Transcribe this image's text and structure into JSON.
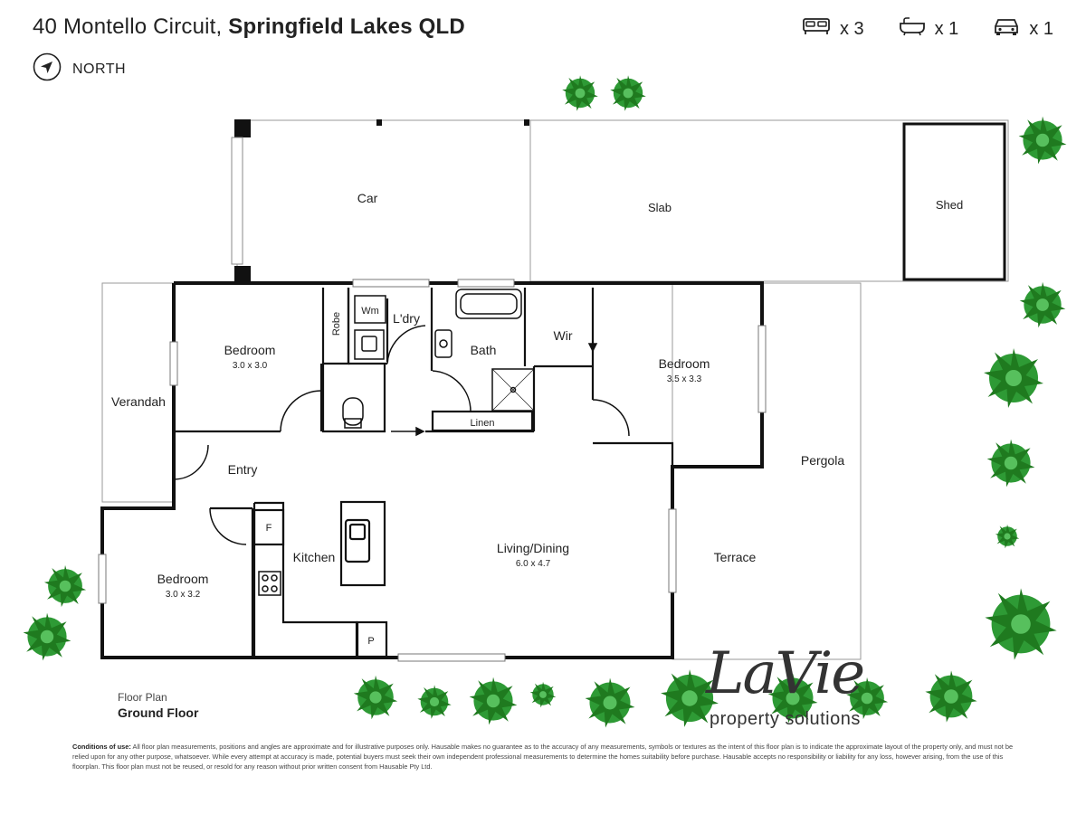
{
  "header": {
    "address_street": "40 Montello Circuit,",
    "address_suburb": "Springfield Lakes QLD",
    "north_label": "NORTH"
  },
  "stats": [
    {
      "icon": "bed-icon",
      "value": "x 3"
    },
    {
      "icon": "bath-icon",
      "value": "x 1"
    },
    {
      "icon": "car-icon",
      "value": "x 1"
    }
  ],
  "rooms": {
    "car": "Car",
    "slab": "Slab",
    "shed": "Shed",
    "robe": "Robe",
    "wm": "Wm",
    "laundry": "L'dry",
    "bath": "Bath",
    "wir": "Wir",
    "bed1_name": "Bedroom",
    "bed1_size": "3.0 x 3.0",
    "bed2_name": "Bedroom",
    "bed2_size": "3.5 x 3.3",
    "bed3_name": "Bedroom",
    "bed3_size": "3.0 x 3.2",
    "linen": "Linen",
    "verandah": "Verandah",
    "entry": "Entry",
    "kitchen": "Kitchen",
    "fridge": "F",
    "pantry": "P",
    "living_name": "Living/Dining",
    "living_size": "6.0 x 4.7",
    "pergola": "Pergola",
    "terrace": "Terrace"
  },
  "caption": {
    "sub": "Floor Plan",
    "main": "Ground Floor"
  },
  "logo": {
    "script": "LaVie",
    "tagline": "property solutions"
  },
  "conditions": {
    "heading": "Conditions of use:",
    "body": "All floor plan measurements, positions and angles are approximate and for illustrative purposes only. Hausable makes no guarantee as to the accuracy of any measurements, symbols or textures as the intent of this floor plan is to indicate the approximate layout of the property only, and must not be relied upon for any other purpose, whatsoever. While every attempt at accuracy is made, potential buyers must seek their own independent professional measurements to determine the homes suitability before purchase. Hausable accepts no responsibility or liability for any loss, however arising, from the use of this floorplan. This floor plan must not be reused, or resold for any reason without prior written consent from Hausable Pty Ltd."
  },
  "colors": {
    "wall": "#111111",
    "outline": "#999999",
    "tree_dark": "#1f7a1f",
    "tree_light": "#3cb043"
  }
}
